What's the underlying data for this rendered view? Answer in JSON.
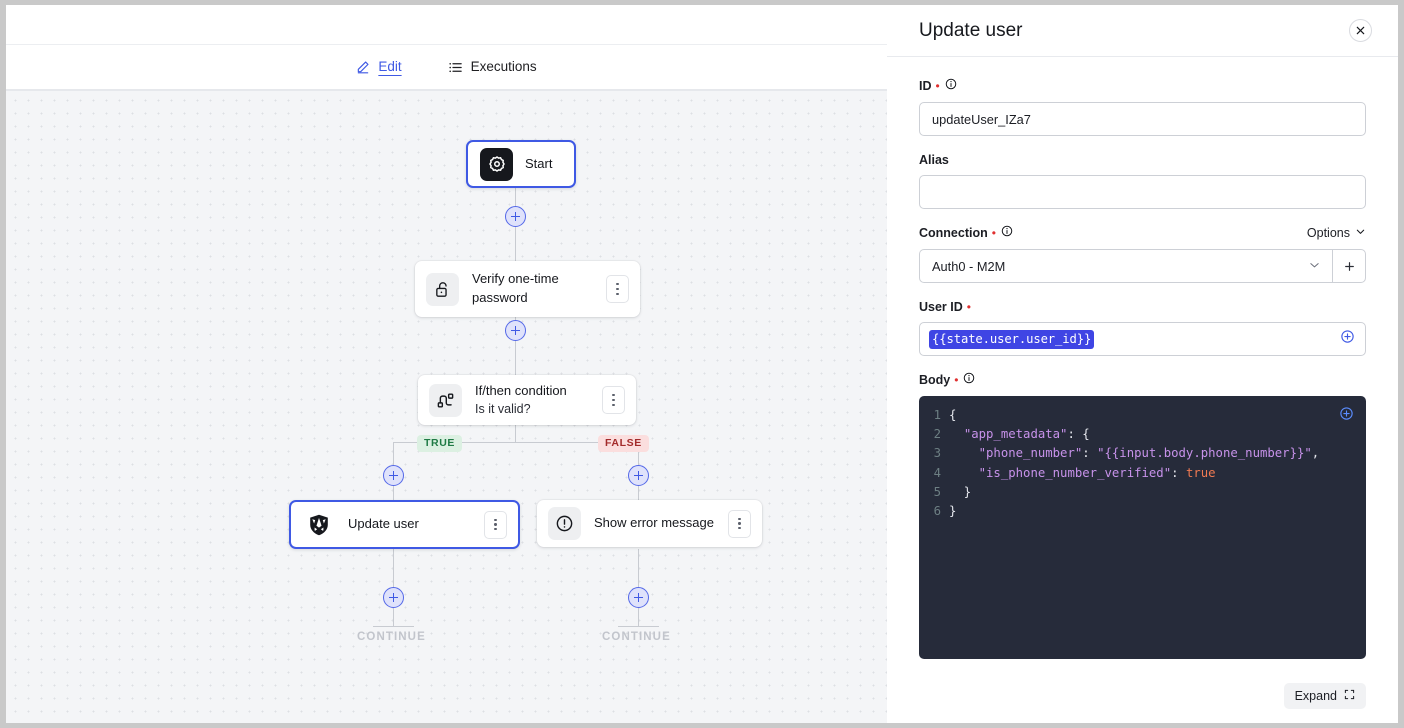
{
  "tabs": [
    {
      "label": "Edit",
      "icon": "pencil-icon",
      "active": true
    },
    {
      "label": "Executions",
      "icon": "list-icon",
      "active": false
    }
  ],
  "canvas": {
    "nodes": [
      {
        "id": "start",
        "title": "Start",
        "subtitle": "",
        "icon": "gear-icon",
        "selected": true,
        "kebab": false
      },
      {
        "id": "verify",
        "title": "Verify one-time password",
        "subtitle": "",
        "icon": "unlock-icon",
        "selected": false,
        "kebab": true
      },
      {
        "id": "ifthen",
        "title": "If/then condition",
        "subtitle": "Is it valid?",
        "icon": "branch-icon",
        "selected": false,
        "kebab": true
      },
      {
        "id": "update",
        "title": "Update user",
        "subtitle": "",
        "icon": "auth0-shield-icon",
        "selected": true,
        "kebab": true
      },
      {
        "id": "error",
        "title": "Show error message",
        "subtitle": "",
        "icon": "alert-circle-icon",
        "selected": false,
        "kebab": true
      }
    ],
    "branches": {
      "true_label": "TRUE",
      "false_label": "FALSE"
    },
    "continue_labels": [
      "CONTINUE",
      "CONTINUE"
    ],
    "colors": {
      "true_bg": "#dcf0e2",
      "true_fg": "#1f7a45",
      "false_bg": "#fbdede",
      "false_fg": "#a32b2b",
      "accent": "#3f59e4"
    }
  },
  "panel": {
    "title": "Update user",
    "close_label": "×",
    "fields": {
      "id": {
        "label": "ID",
        "required": true,
        "has_info": true,
        "value": "updateUser_IZa7"
      },
      "alias": {
        "label": "Alias",
        "required": false,
        "has_info": false,
        "value": ""
      },
      "connection": {
        "label": "Connection",
        "required": true,
        "has_info": true,
        "options_label": "Options",
        "value": "Auth0 - M2M",
        "add_label": "+"
      },
      "user_id": {
        "label": "User ID",
        "required": true,
        "has_info": false,
        "token": "{{state.user.user_id}}"
      },
      "body": {
        "label": "Body",
        "required": true,
        "has_info": true,
        "lines": [
          {
            "n": "1",
            "tokens": [
              {
                "t": "{",
                "c": "c-punc"
              }
            ]
          },
          {
            "n": "2",
            "tokens": [
              {
                "t": "  ",
                "c": "c-punc"
              },
              {
                "t": "\"app_metadata\"",
                "c": "c-key"
              },
              {
                "t": ": {",
                "c": "c-punc"
              }
            ]
          },
          {
            "n": "3",
            "tokens": [
              {
                "t": "    ",
                "c": "c-punc"
              },
              {
                "t": "\"phone_number\"",
                "c": "c-key"
              },
              {
                "t": ": ",
                "c": "c-punc"
              },
              {
                "t": "\"{{input.body.phone_number}}\"",
                "c": "c-str"
              },
              {
                "t": ",",
                "c": "c-punc"
              }
            ]
          },
          {
            "n": "4",
            "tokens": [
              {
                "t": "    ",
                "c": "c-punc"
              },
              {
                "t": "\"is_phone_number_verified\"",
                "c": "c-key"
              },
              {
                "t": ": ",
                "c": "c-punc"
              },
              {
                "t": "true",
                "c": "c-bool"
              }
            ]
          },
          {
            "n": "5",
            "tokens": [
              {
                "t": "  }",
                "c": "c-punc"
              }
            ]
          },
          {
            "n": "6",
            "tokens": [
              {
                "t": "}",
                "c": "c-punc"
              }
            ]
          }
        ]
      }
    },
    "expand_label": "Expand"
  }
}
